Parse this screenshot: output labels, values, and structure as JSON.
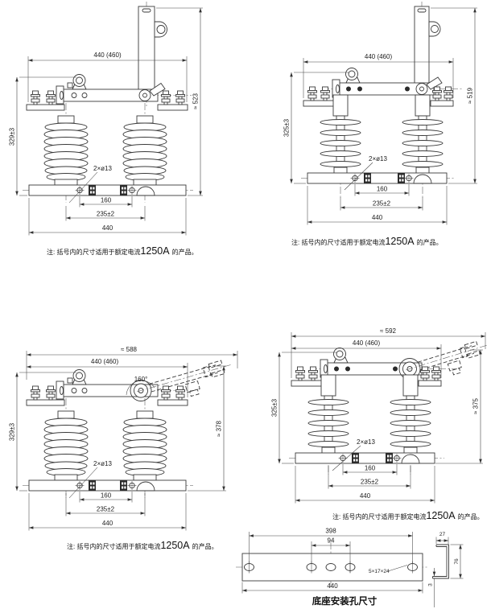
{
  "note": {
    "prefix": "注: 括号内的尺寸适用于额定电流",
    "current": "1250A",
    "suffix": "的产品。"
  },
  "drawings": {
    "top_left": {
      "dim_width_top": "440 (460)",
      "dim_height_right": "≈ 523",
      "dim_height_left": "329±3",
      "hole_label": "2×ø13",
      "dim_hole_span": "160",
      "dim_pole_span": "235±2",
      "dim_base_width": "440"
    },
    "top_right": {
      "dim_width_top": "440 (460)",
      "dim_height_right": "≈ 519",
      "dim_height_left": "325±3",
      "hole_label": "2×ø13",
      "dim_hole_span": "160",
      "dim_pole_span": "235±2",
      "dim_base_width": "440"
    },
    "bottom_left": {
      "dim_overall": "≈ 588",
      "dim_width_top": "440 (460)",
      "angle_label": "160°",
      "dim_height_left": "329±3",
      "dim_height_right": "≈ 378",
      "hole_label": "2×ø13",
      "dim_hole_span": "160",
      "dim_pole_span": "235±2",
      "dim_base_width": "440"
    },
    "bottom_right": {
      "dim_overall": "≈ 592",
      "dim_width_top": "440 (460)",
      "dim_height_left": "325±3",
      "dim_height_right": "≈ 375",
      "hole_label": "2×ø13",
      "dim_hole_span": "160",
      "dim_pole_span": "235±2",
      "dim_base_width": "440"
    },
    "base_plate": {
      "dim_hole_span": "398",
      "dim_inner_span": "94",
      "dim_length": "440",
      "slot_label": "5×17×24",
      "caption": "底座安装孔尺寸"
    },
    "channel": {
      "dim_flange_width": "27",
      "dim_height": "76",
      "dim_thickness": "3"
    }
  }
}
